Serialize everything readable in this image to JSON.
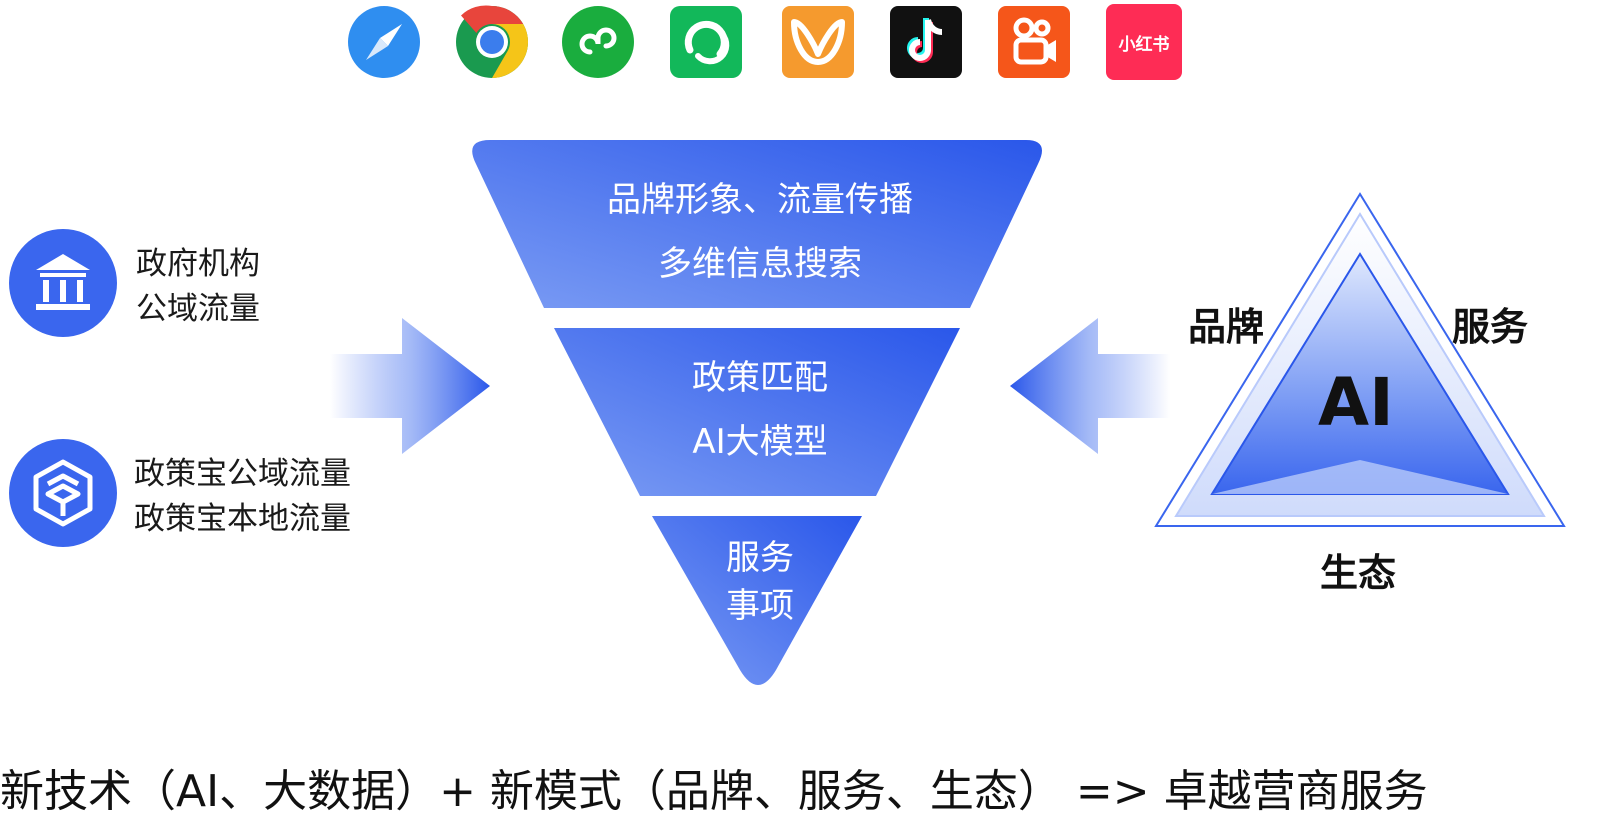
{
  "apps": [
    {
      "name": "safari",
      "label": "",
      "color": "#2f8ef0"
    },
    {
      "name": "chrome",
      "label": "",
      "color": "#e8453c"
    },
    {
      "name": "mini-program",
      "label": "",
      "color": "#1aad3e"
    },
    {
      "name": "wechat-channel",
      "label": "",
      "color": "#12b85a"
    },
    {
      "name": "butterfly-app",
      "label": "",
      "color": "#f59a2e"
    },
    {
      "name": "tiktok",
      "label": "",
      "color": "#111111"
    },
    {
      "name": "kuaishou",
      "label": "",
      "color": "#f5561a"
    },
    {
      "name": "xiaohongshu",
      "label": "小红书",
      "color": "#fe2c55"
    }
  ],
  "sources": [
    {
      "icon": "government-building-icon",
      "lines": [
        "政府机构",
        "公域流量"
      ]
    },
    {
      "icon": "policy-treasure-logo-icon",
      "lines": [
        "政策宝公域流量",
        "政策宝本地流量"
      ]
    }
  ],
  "funnel": [
    {
      "lines": [
        "品牌形象、流量传播",
        "多维信息搜索"
      ]
    },
    {
      "lines": [
        "政策匹配",
        "AI大模型"
      ]
    },
    {
      "lines": [
        "服务",
        "事项"
      ]
    }
  ],
  "triangle": {
    "center": "AI",
    "left": "品牌",
    "right": "服务",
    "bottom": "生态"
  },
  "colors": {
    "accent": "#3a66ee",
    "funnel_light": "#6d91f2",
    "funnel_dark": "#2a57ea",
    "text": "#111111"
  },
  "tagline": "新技术（AI、大数据）+ 新模式（品牌、服务、生态） => 卓越营商服务"
}
